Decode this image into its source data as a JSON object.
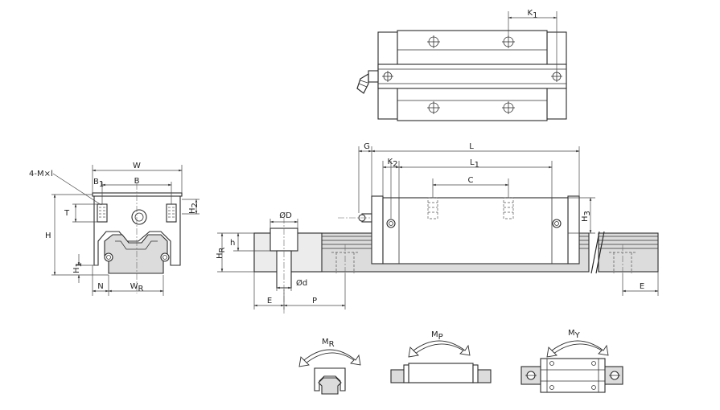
{
  "colors": {
    "line": "#2b2b2b",
    "rail_fill": "#dcdcdc",
    "shade": "#ececec",
    "background": "#ffffff"
  },
  "front_view": {
    "W": "W",
    "B": "B",
    "B1": "B",
    "B1_sub": "1",
    "mounting": "4-M×l",
    "T": "T",
    "H": "H",
    "H2": "H",
    "H2_sub": "2",
    "H1": "H",
    "H1_sub": "1",
    "N": "N",
    "WR": "W",
    "WR_sub": "R"
  },
  "side_view": {
    "G": "G",
    "L": "L",
    "K2": "K",
    "K2_sub": "2",
    "L1": "L",
    "L1_sub": "1",
    "C": "C",
    "H3": "H",
    "H3_sub": "3",
    "OD": "ØD",
    "Od": "Ød",
    "h": "h",
    "HR": "H",
    "HR_sub": "R",
    "E_left": "E",
    "P": "P",
    "E_right": "E"
  },
  "top_view": {
    "K1": "K",
    "K1_sub": "1"
  },
  "moments": {
    "MR": "M",
    "MR_sub": "R",
    "MP": "M",
    "MP_sub": "P",
    "MY": "M",
    "MY_sub": "Y"
  }
}
